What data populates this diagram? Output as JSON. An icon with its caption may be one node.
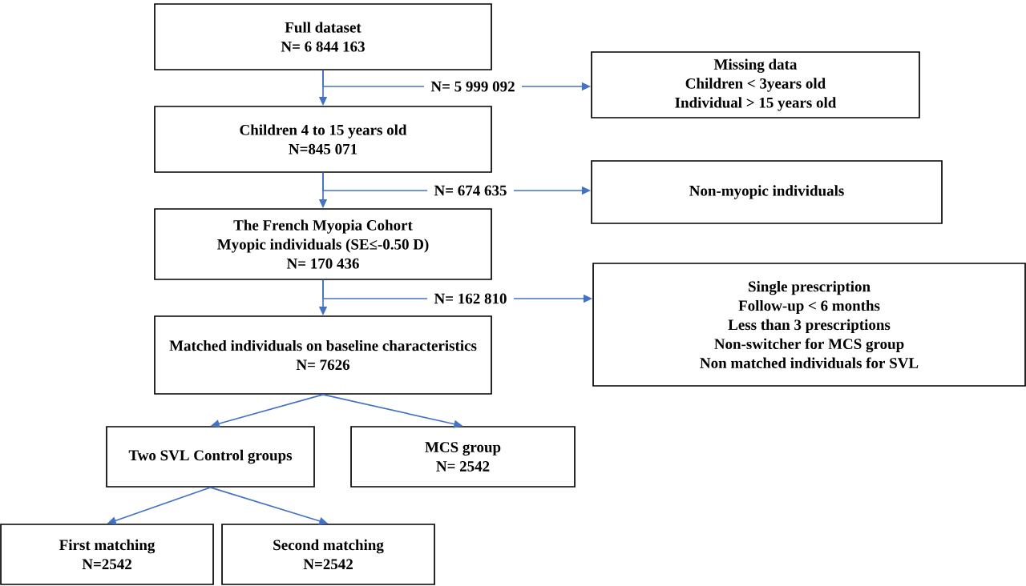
{
  "diagram": {
    "nodes": [
      {
        "text": [
          "Full dataset",
          "N= 6 844 163"
        ]
      },
      {
        "text": [
          "Missing data",
          "Children < 3years old",
          "Individual > 15 years old"
        ]
      },
      {
        "text": [
          "Children 4 to 15 years old",
          "N=845 071"
        ]
      },
      {
        "text": [
          "Non-myopic individuals"
        ]
      },
      {
        "text": [
          "The French Myopia Cohort",
          "Myopic individuals (SE≤-0.50 D)",
          "N= 170 436"
        ]
      },
      {
        "text": [
          "Single prescription",
          "Follow-up < 6 months",
          "Less than 3 prescriptions",
          "Non-switcher for MCS group",
          "Non matched individuals for SVL"
        ]
      },
      {
        "text": [
          "Matched individuals on baseline characteristics",
          "N= 7626"
        ]
      },
      {
        "text": [
          "Two SVL Control groups"
        ]
      },
      {
        "text": [
          "MCS group",
          "N= 2542"
        ]
      },
      {
        "text": [
          "First matching",
          "N=2542"
        ]
      },
      {
        "text": [
          "Second matching",
          "N=2542"
        ]
      }
    ],
    "edges": [
      {
        "from": 0,
        "to": 2,
        "arrow": "to"
      },
      {
        "from": 0,
        "to": 1,
        "arrow": "to",
        "label": "N= 5 999 092"
      },
      {
        "from": 2,
        "to": 4,
        "arrow": "to"
      },
      {
        "from": 2,
        "to": 3,
        "arrow": "to",
        "label": "N= 674 635"
      },
      {
        "from": 4,
        "to": 6,
        "arrow": "to"
      },
      {
        "from": 4,
        "to": 5,
        "arrow": "to",
        "label": "N= 162 810"
      },
      {
        "from": 6,
        "to": 7,
        "arrow": "to"
      },
      {
        "from": 6,
        "to": 8,
        "arrow": "to"
      },
      {
        "from": 7,
        "to": 9,
        "arrow": "to"
      },
      {
        "from": 7,
        "to": 10,
        "arrow": "to"
      }
    ]
  }
}
